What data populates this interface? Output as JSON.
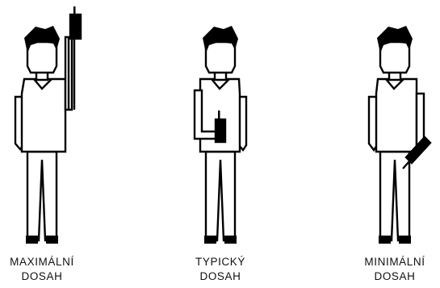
{
  "colors": {
    "ink": "#000000",
    "fill": "#ffffff",
    "text": "#111111"
  },
  "figures": [
    {
      "id": "maximal",
      "line1": "MAXIMÁLNÍ",
      "line2": "DOSAH",
      "radio_pose": "raised-above-head"
    },
    {
      "id": "typical",
      "line1": "TYPICKÝ",
      "line2": "DOSAH",
      "radio_pose": "held-at-chest"
    },
    {
      "id": "minimal",
      "line1": "MINIMÁLNÍ",
      "line2": "DOSAH",
      "radio_pose": "lowered-at-hip"
    }
  ]
}
